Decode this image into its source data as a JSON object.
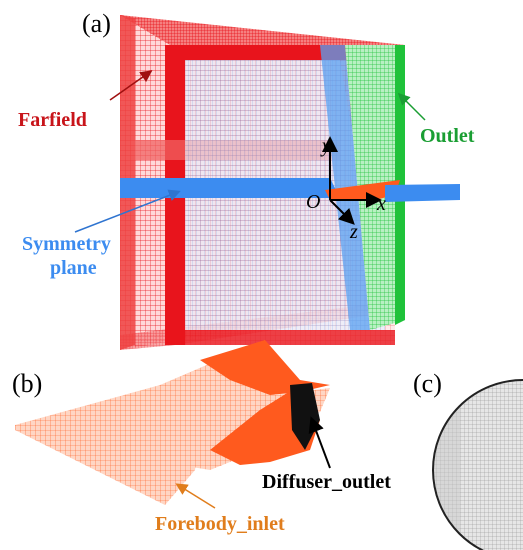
{
  "panels": {
    "a": {
      "label": "(a)"
    },
    "b": {
      "label": "(b)"
    },
    "c": {
      "label": "(c)"
    }
  },
  "labels": {
    "farfield": "Farfield",
    "outlet": "Outlet",
    "symmetry_line1": "Symmetry",
    "symmetry_line2": "plane",
    "diffuser_outlet": "Diffuser_outlet",
    "forebody_inlet": "Forebody_inlet"
  },
  "axes": {
    "origin": "O",
    "x": "x",
    "y": "y",
    "z": "z"
  },
  "colors": {
    "farfield": "#e8141c",
    "symmetry": "#3c8cf0",
    "outlet": "#1fc23a",
    "inlet_mesh": "#ff5a1e",
    "forebody_text": "#e07d1c",
    "outlet_face": "#111111"
  }
}
